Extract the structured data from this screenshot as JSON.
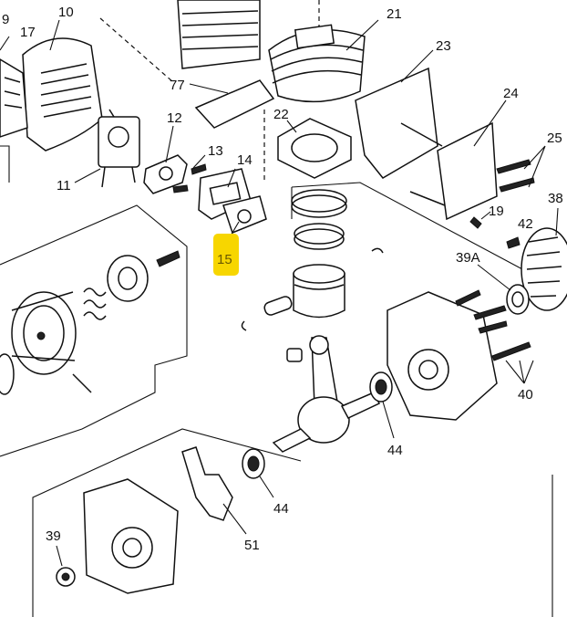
{
  "diagram": {
    "title": "Engine exploded parts diagram",
    "highlight_color": "#f7d600",
    "labels": {
      "l9": "9",
      "l10": "10",
      "l17": "17",
      "l11": "11",
      "l12": "12",
      "l13": "13",
      "l14": "14",
      "l15": "15",
      "l77": "77",
      "l22": "22",
      "l21": "21",
      "l23": "23",
      "l24": "24",
      "l25": "25",
      "l38": "38",
      "l42": "42",
      "l19": "19",
      "l39A": "39A",
      "l40": "40",
      "l44a": "44",
      "l44b": "44",
      "l51": "51",
      "l39": "39"
    }
  }
}
